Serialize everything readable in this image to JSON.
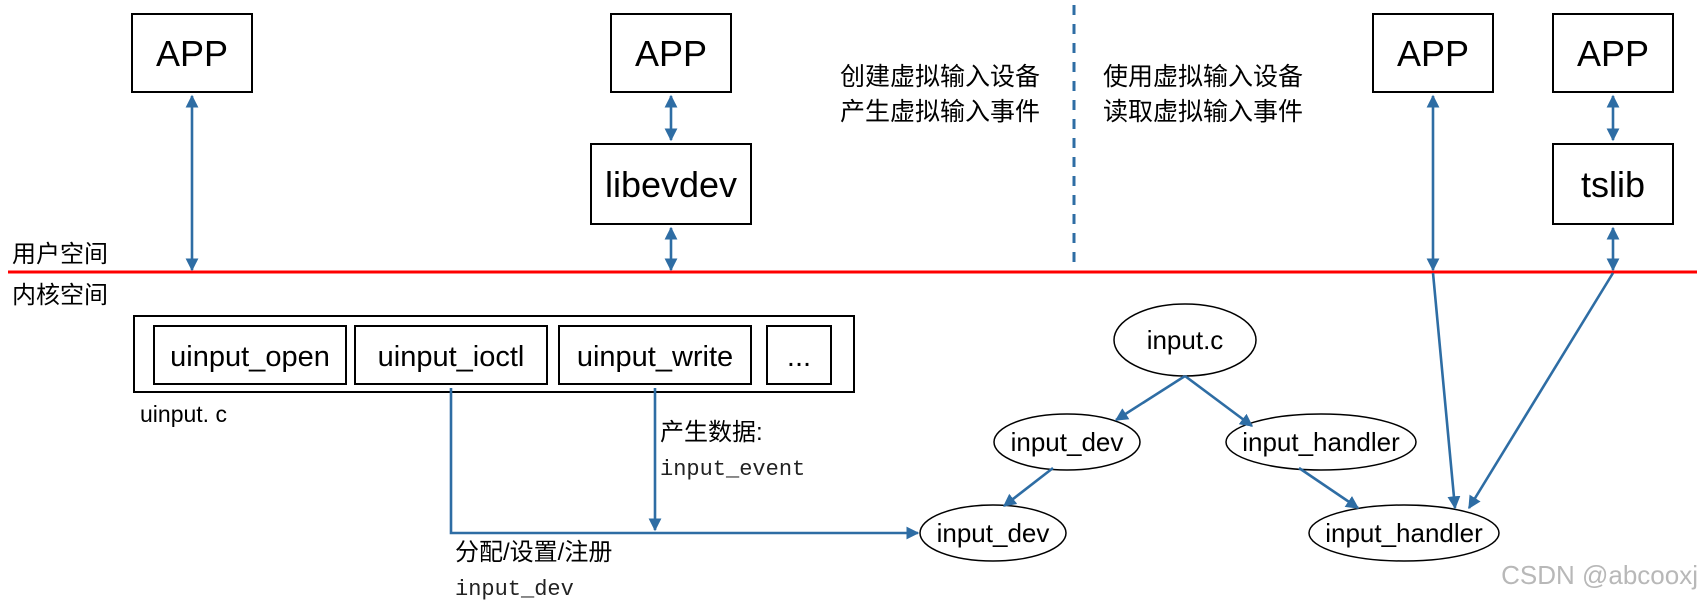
{
  "colors": {
    "arrow": "#2e6da4",
    "boundary_line": "#ff0000",
    "divider": "#2e6da4"
  },
  "region_labels": {
    "user_space": "用户空间",
    "kernel_space": "内核空间"
  },
  "top_boxes": {
    "app_1": "APP",
    "app_2": "APP",
    "app_3": "APP",
    "app_4": "APP",
    "libevdev": "libevdev",
    "tslib": "tslib"
  },
  "captions": {
    "left_line_1": "创建虚拟输入设备",
    "left_line_2": "产生虚拟输入事件",
    "right_line_1": "使用虚拟输入设备",
    "right_line_2": "读取虚拟输入事件"
  },
  "uinput": {
    "functions": [
      "uinput_open",
      "uinput_ioctl",
      "uinput_write",
      "..."
    ],
    "file_label": "uinput. c",
    "produce_label": "产生数据:",
    "produce_type": "input_event",
    "alloc_label": "分配/设置/注册",
    "alloc_type": "input_dev"
  },
  "nodes": {
    "input_c": "input.c",
    "input_dev_upper": "input_dev",
    "input_handler_upper": "input_handler",
    "input_dev_lower": "input_dev",
    "input_handler_lower": "input_handler"
  },
  "watermark": "CSDN @abcooxj"
}
